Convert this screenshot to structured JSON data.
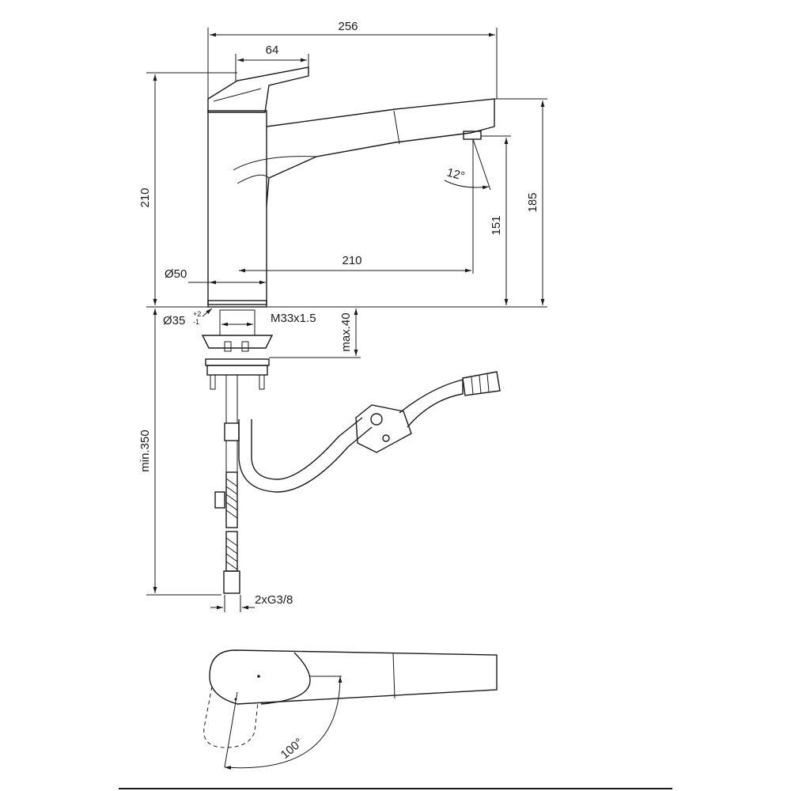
{
  "dimensions": {
    "total_width": "256",
    "handle_width": "64",
    "total_height": "210",
    "spout_height": "185",
    "outlet_height": "151",
    "spout_reach": "210",
    "spout_angle": "12°",
    "base_diameter": "Ø50",
    "hole_diameter": "Ø35",
    "hole_tol_plus": "+2",
    "hole_tol_minus": "-1",
    "thread": "M33x1.5",
    "max_thickness": "max.40",
    "hose_length": "min.350",
    "connection": "2xG3/8",
    "rotation": "100°"
  }
}
